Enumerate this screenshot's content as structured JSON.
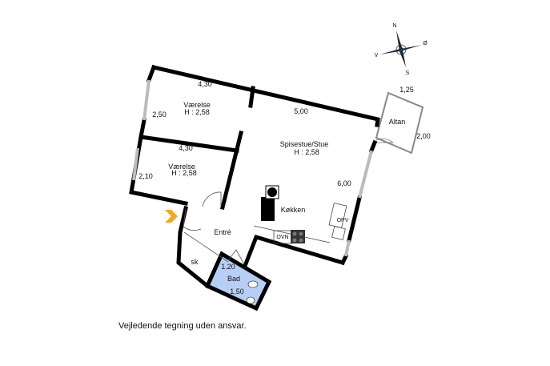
{
  "compass": {
    "north": "N",
    "south": "S",
    "west": "V",
    "east": "Ø"
  },
  "rooms": {
    "room1": {
      "name": "Værelse",
      "height": "H : 2,58",
      "width_dim": "4,30",
      "depth_dim": "2,50"
    },
    "room2": {
      "name": "Værelse",
      "height": "H : 2,58",
      "width_dim": "4,30",
      "depth_dim": "2,10"
    },
    "living": {
      "name": "Spisestue/Stue",
      "height": "H : 2,58",
      "width_dim": "5,00",
      "depth_dim": "6,00"
    },
    "kitchen": {
      "name": "Køkken",
      "fridge": "OPV",
      "oven": "OVN"
    },
    "entry": {
      "name": "Entré",
      "closet": "sk"
    },
    "bath": {
      "name": "Bad",
      "width_dim": "1.20",
      "depth_dim": "1,50"
    },
    "balcony": {
      "name": "Altan",
      "width_dim": "1,25",
      "depth_dim": "2,00"
    }
  },
  "caption": "Vejledende tegning uden ansvar.",
  "colors": {
    "wall": "#000000",
    "bath": "#b8cff5",
    "entry_arrow": "#f5a623",
    "window": "#bbbbbb"
  }
}
